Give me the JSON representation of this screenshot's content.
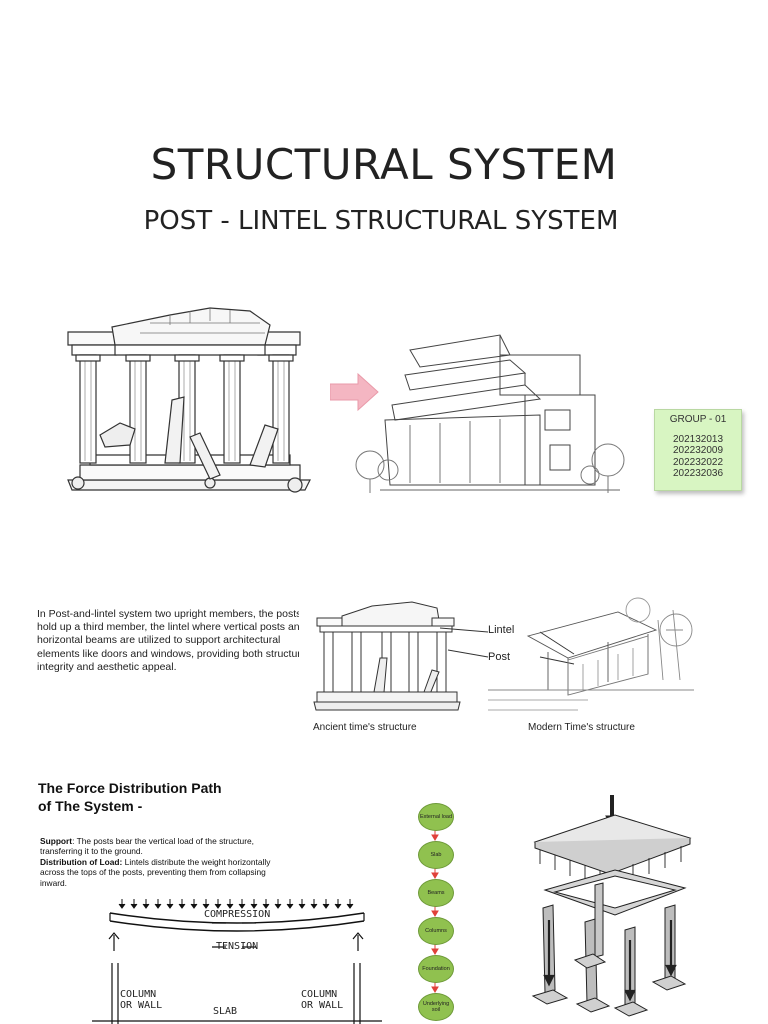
{
  "title": "STRUCTURAL SYSTEM",
  "subtitle": "POST - LINTEL STRUCTURAL SYSTEM",
  "group": {
    "heading": "GROUP - 01",
    "members": [
      "202132013",
      "202232009",
      "202232022",
      "202232036"
    ]
  },
  "description": {
    "lines": [
      "In Post-and-lintel system two upright members, the posts,",
      "hold up a third member, the lintel where vertical posts and",
      "horizontal beams are utilized to support architectural",
      "elements like doors and windows, providing both structural",
      "integrity and aesthetic appeal."
    ]
  },
  "comparison": {
    "lintel_label": "Lintel",
    "post_label": "Post",
    "ancient_caption": "Ancient time's structure",
    "modern_caption": "Modern Time's structure"
  },
  "force_path": {
    "title_line1": "The Force Distribution Path",
    "title_line2": "of The System -",
    "support_label": "Support",
    "support_text": ": The posts bear the vertical load of the structure, transferring it to the ground.",
    "distribution_label": "Distribution of Load:",
    "distribution_text": " Lintels distribute the weight horizontally across the tops of the posts, preventing them from collapsing inward."
  },
  "beam_diagram": {
    "compression": "COMPRESSION",
    "tension": "TENSION",
    "left_column_line1": "COLUMN",
    "left_column_line2": "OR WALL",
    "right_column_line1": "COLUMN",
    "right_column_line2": "OR WALL",
    "slab": "SLAB"
  },
  "flowchart": {
    "nodes": [
      "External load",
      "Slab",
      "Beams",
      "Columns",
      "Foundation",
      "Underlying soil"
    ]
  },
  "colors": {
    "group_box_bg": "#d8f5c2",
    "flow_node": "#90c14f",
    "flow_arrow": "#e0413a",
    "arrow_pink": "#f4b6c2"
  }
}
